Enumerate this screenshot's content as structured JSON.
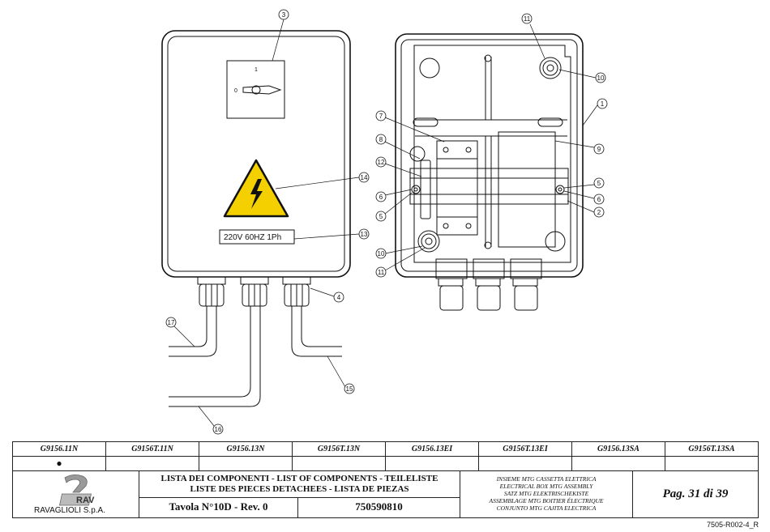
{
  "drawing": {
    "switch_positions": {
      "off": "0",
      "on": "1"
    },
    "voltage_label": "220V 60HZ 1Ph",
    "callouts": {
      "left_view": [
        "3",
        "14",
        "13",
        "4",
        "17",
        "15",
        "16"
      ],
      "right_view": [
        "11",
        "10",
        "1",
        "7",
        "9",
        "8",
        "12",
        "6",
        "5",
        "5",
        "6",
        "2",
        "10",
        "11"
      ]
    }
  },
  "title_block": {
    "models": [
      "G9156.11N",
      "G9156T.11N",
      "G9156.13N",
      "G9156T.13N",
      "G9156.13EI",
      "G9156T.13EI",
      "G9156.13SA",
      "G9156T.13SA"
    ],
    "applicability_marks": [
      "●",
      "",
      "",
      "",
      "",
      "",
      "",
      ""
    ],
    "company": "RAVAGLIOLI S.p.A.",
    "logo_text": "RAV",
    "list_titles": [
      "LISTA DEI COMPONENTI - LIST OF COMPONENTS - TEILELISTE",
      "LISTE DES PIECES DETACHEES - LISTA DE PIEZAS"
    ],
    "table": "Tavola N°10D - Rev. 0",
    "code": "750590810",
    "assembly_names": [
      "INSIEME MTG CASSETTA ELETTRICA",
      "ELECTRICAL BOX MTG ASSEMBLY",
      "SATZ MTG ELEKTRISCHEKISTE",
      "ASSEMBLAGE MTG BOITIER ÉLECTRIQUE",
      "CONJUNTO MTG CAJITA ELECTRICA"
    ],
    "page": "Pag. 31 di 39"
  },
  "doc_ref": "7505-R002-4_R"
}
